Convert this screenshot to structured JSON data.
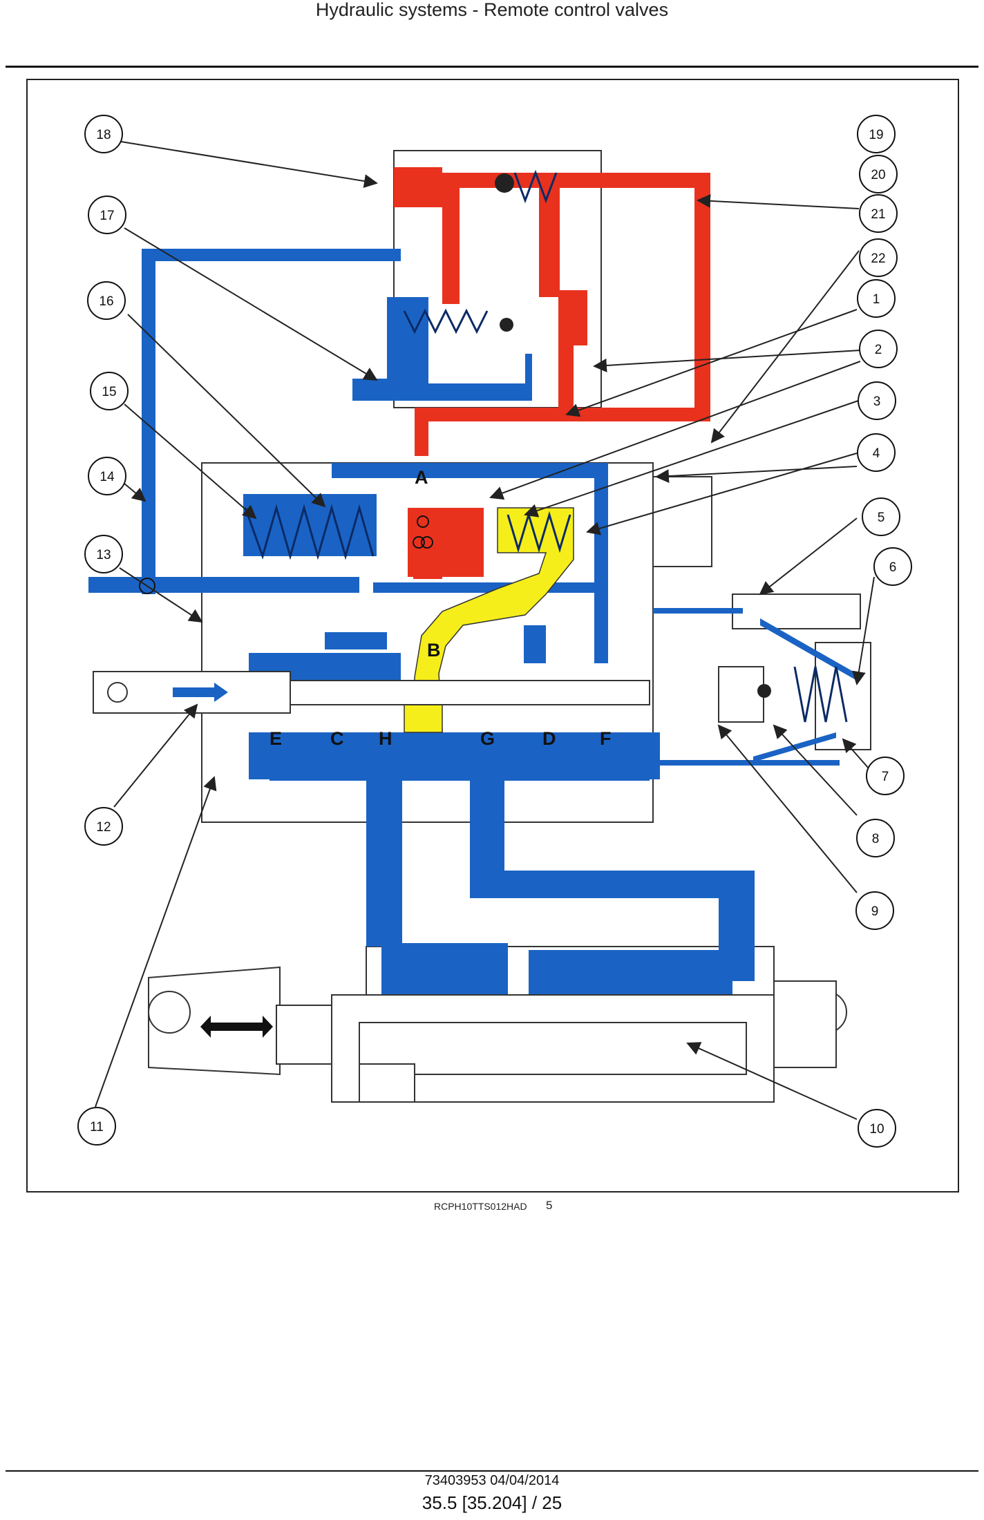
{
  "header": {
    "title": "Hydraulic systems - Remote control valves"
  },
  "figure": {
    "caption_code": "RCPH10TTS012HAD",
    "number": "5",
    "port_labels": [
      "A",
      "B",
      "C",
      "D",
      "E",
      "F",
      "G",
      "H"
    ],
    "callouts": [
      "1",
      "2",
      "3",
      "4",
      "5",
      "6",
      "7",
      "8",
      "9",
      "10",
      "11",
      "12",
      "13",
      "14",
      "15",
      "16",
      "17",
      "18",
      "19",
      "20",
      "21",
      "22"
    ],
    "colors": {
      "pressure": "#e8321e",
      "return": "#1a63c4",
      "trapped": "#f5ee1a",
      "body_outline": "#333333"
    }
  },
  "footer": {
    "doc_ref": "73403953 04/04/2014",
    "page_ref": "35.5 [35.204] / 25"
  }
}
